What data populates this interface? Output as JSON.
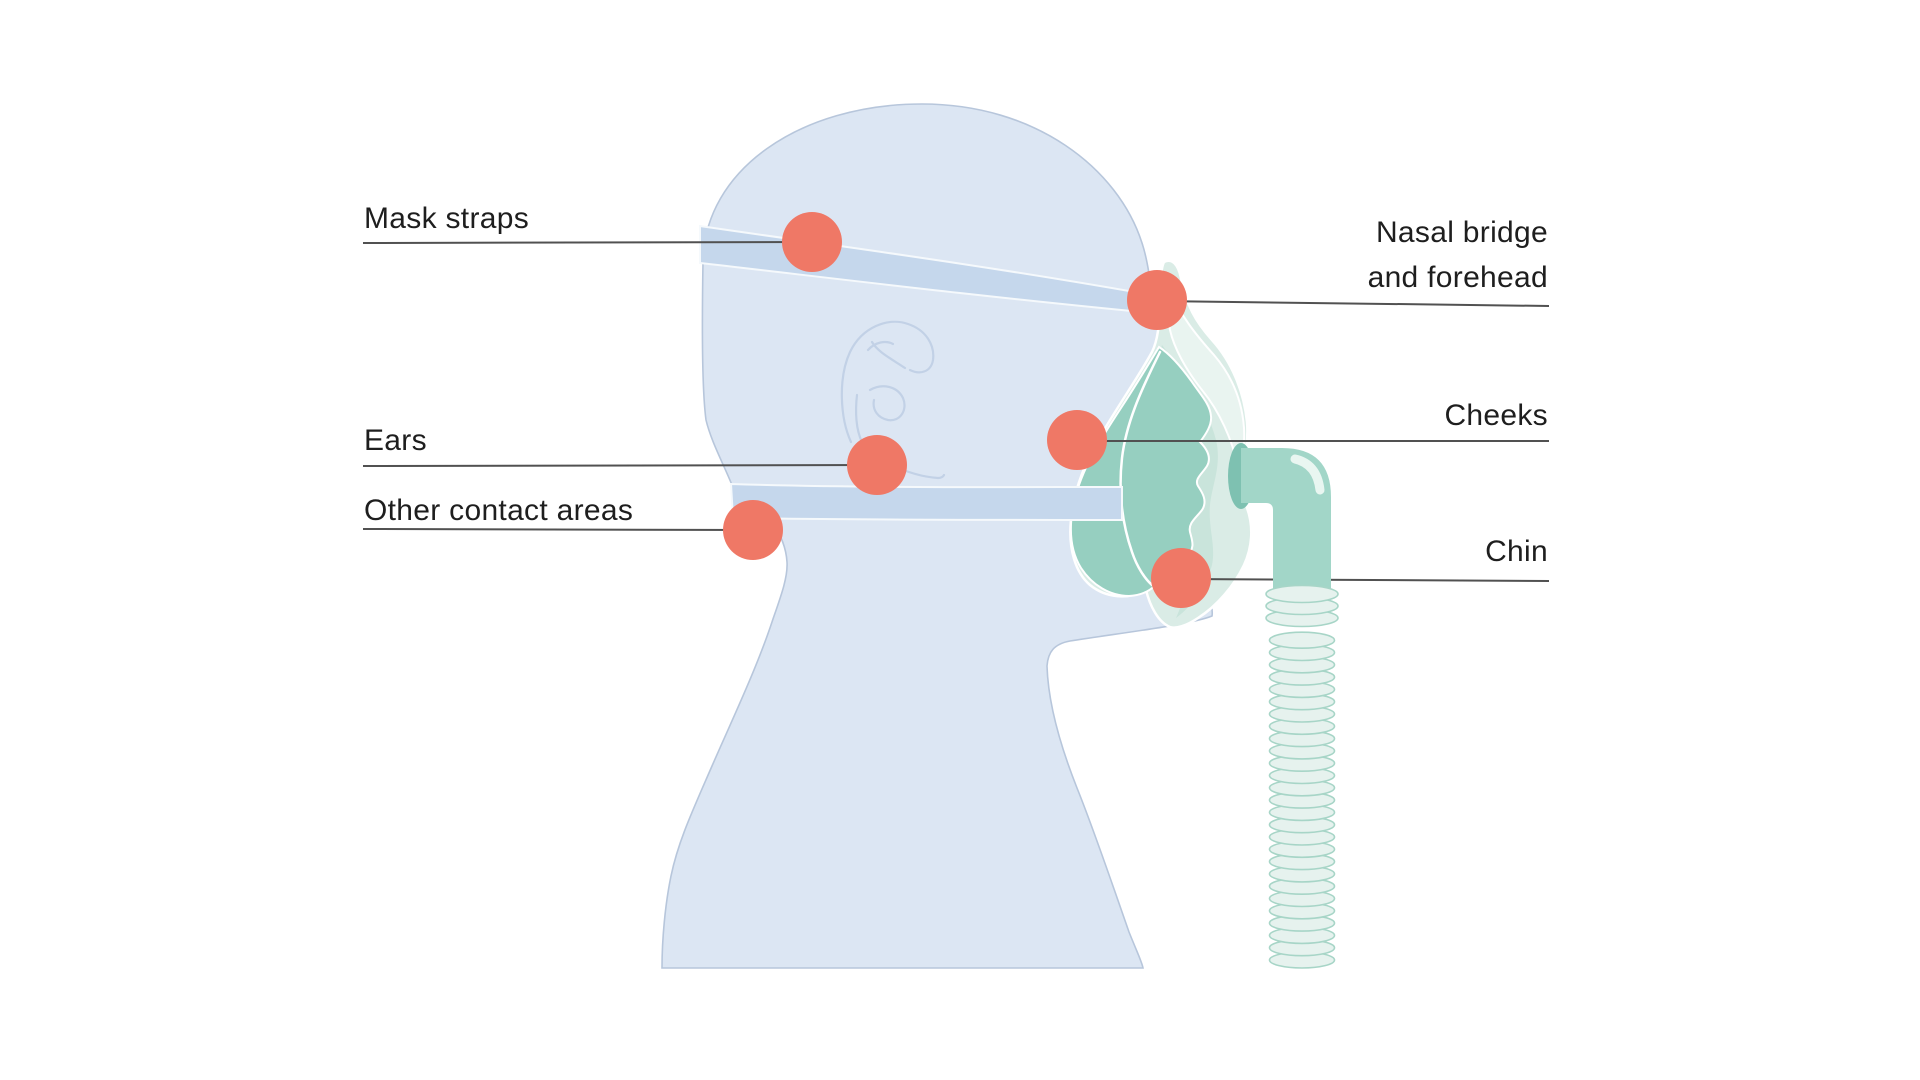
{
  "diagram": {
    "subject": "CPAP mask pressure contact points on head profile",
    "labels": {
      "mask_straps": "Mask straps",
      "nasal_bridge_forehead": "Nasal bridge and forehead",
      "ears": "Ears",
      "other_contact_areas": "Other contact areas",
      "cheeks": "Cheeks",
      "chin": "Chin"
    },
    "markers": [
      {
        "name": "mask-straps-marker"
      },
      {
        "name": "nasal-bridge-forehead-marker"
      },
      {
        "name": "ears-marker"
      },
      {
        "name": "other-contact-areas-marker"
      },
      {
        "name": "cheeks-marker"
      },
      {
        "name": "chin-marker"
      }
    ],
    "colors": {
      "marker": "#ef7866",
      "callout_line": "#515151",
      "text": "#1e1e1e",
      "skin": "#dce6f3",
      "skin_outline": "#b7c6db",
      "strap": "#c5d7ec",
      "ear_line": "#c2d1e6",
      "mask_flap": "#daece6",
      "mask_flap_mid": "#c9e4db",
      "mask_flap_highlight": "#e9f4f0",
      "mask_cushion": "#96cfc0",
      "elbow_ring": "#7ec1b1",
      "pipe": "#a2d6c8",
      "pipe_highlight": "#e9f6f1",
      "rib_fill": "#e6f2ee",
      "rib_stroke": "#a7d5c7"
    }
  }
}
